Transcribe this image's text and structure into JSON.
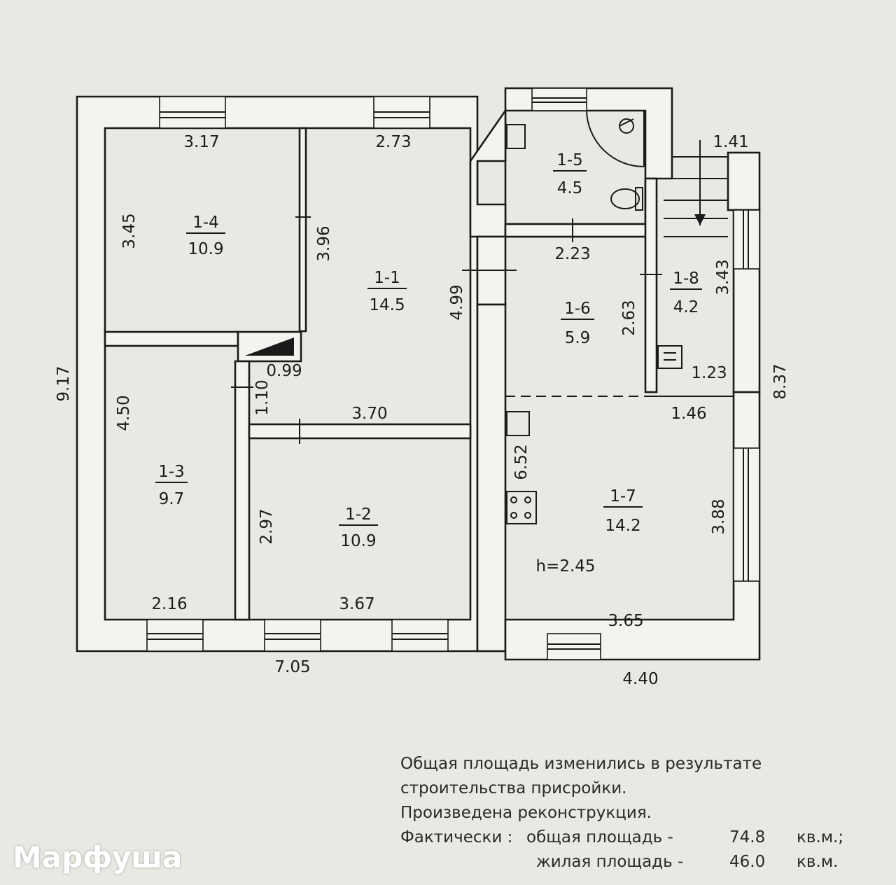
{
  "rooms": [
    {
      "id": "1-1",
      "area": "14.5"
    },
    {
      "id": "1-2",
      "area": "10.9"
    },
    {
      "id": "1-3",
      "area": "9.7"
    },
    {
      "id": "1-4",
      "area": "10.9"
    },
    {
      "id": "1-5",
      "area": "4.5"
    },
    {
      "id": "1-6",
      "area": "5.9"
    },
    {
      "id": "1-7",
      "area": "14.2"
    },
    {
      "id": "1-8",
      "area": "4.2"
    }
  ],
  "dimensions": {
    "overall_width_main": "7.05",
    "overall_depth_main": "9.17",
    "overall_width_extension": "4.40",
    "overall_depth_extension": "8.37",
    "r14_width": "3.17",
    "r14_depth": "3.45",
    "r11_width": "2.73",
    "r11_inner": "3.96",
    "r11_depth": "4.99",
    "chimney_width": "0.99",
    "chimney_depth": "1.10",
    "r11_bottom": "3.70",
    "r13_depth": "4.50",
    "r13_width": "2.16",
    "r12_depth": "2.97",
    "r12_width": "3.67",
    "porch_width": "1.41",
    "r16_width": "2.23",
    "r16_depth": "2.63",
    "r18_depth": "3.43",
    "r18_width": "1.23",
    "r17_top": "1.46",
    "r17_depth_total": "6.52",
    "r17_depth": "3.88",
    "r17_width": "3.65",
    "ceiling_height": "h=2.45"
  },
  "notes": {
    "line1": "Общая площадь изменились в результате",
    "line2": "строительства присройки.",
    "line3": "Произведена реконструкция.",
    "fact_label": "Фактически :",
    "total_label": "общая площадь -",
    "total_value": "74.8",
    "total_unit": "кв.м.;",
    "living_label": "жилая площадь -",
    "living_value": "46.0",
    "living_unit": "кв.м."
  },
  "watermark": "Марфуша"
}
